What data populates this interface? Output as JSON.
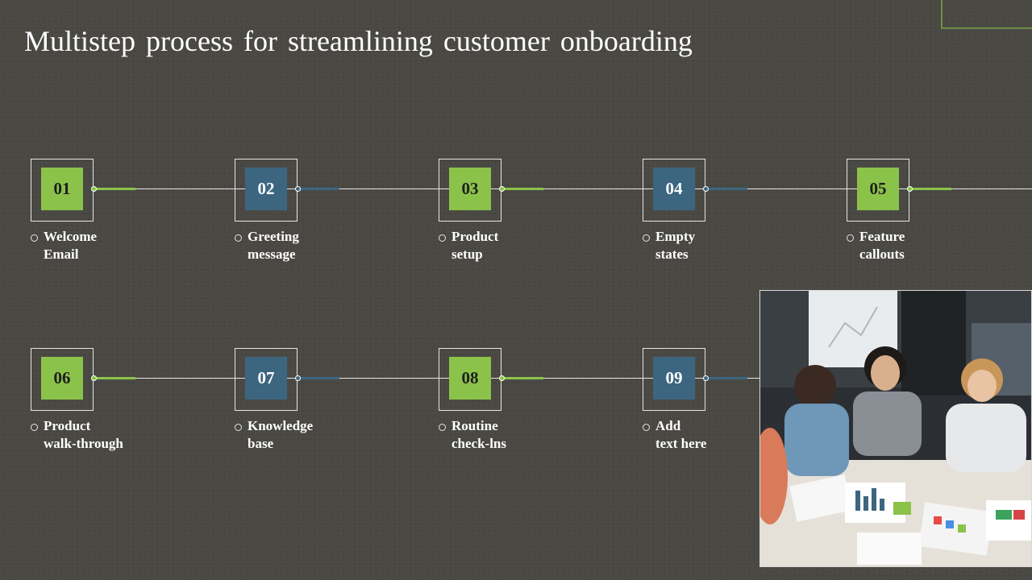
{
  "title": "Multistep process for streamlining customer onboarding",
  "colors": {
    "green": "#8bc34a",
    "blue": "#3c6680",
    "background": "#4a4843"
  },
  "rows": [
    [
      {
        "number": "01",
        "color": "green",
        "line1": "Welcome",
        "line2": "Email"
      },
      {
        "number": "02",
        "color": "blue",
        "line1": "Greeting",
        "line2": "message"
      },
      {
        "number": "03",
        "color": "green",
        "line1": "Product",
        "line2": "setup"
      },
      {
        "number": "04",
        "color": "blue",
        "line1": "Empty",
        "line2": "states"
      },
      {
        "number": "05",
        "color": "green",
        "line1": "Feature",
        "line2": "callouts"
      }
    ],
    [
      {
        "number": "06",
        "color": "green",
        "line1": "Product",
        "line2": "walk-through"
      },
      {
        "number": "07",
        "color": "blue",
        "line1": "Knowledge",
        "line2": "base"
      },
      {
        "number": "08",
        "color": "green",
        "line1": "Routine",
        "line2": "check-lns"
      },
      {
        "number": "09",
        "color": "blue",
        "line1": "Add",
        "line2": "text here"
      }
    ]
  ],
  "photo": {
    "icon": "team-meeting-photo"
  }
}
